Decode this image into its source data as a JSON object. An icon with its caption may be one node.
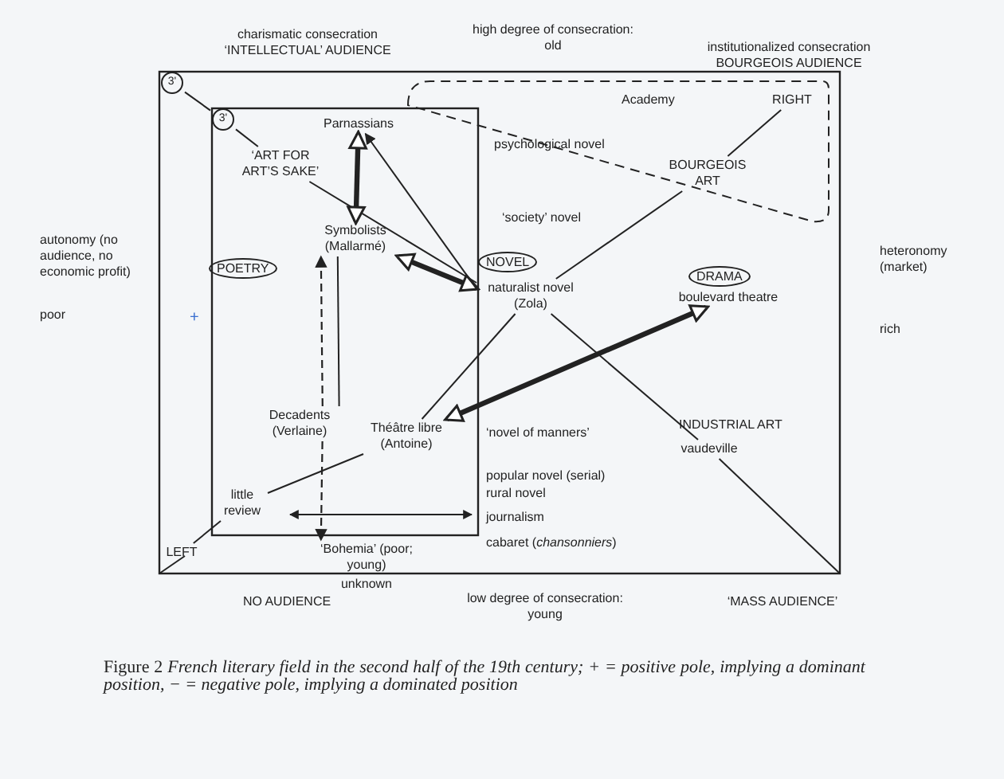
{
  "diagram": {
    "caption": "Figure 2  *French literary field in the second half of the 19th century; + = positive pole, implying a dominant position, − = negative pole, implying a dominated position*",
    "nodes": [
      {
        "text": [
          "3'"
        ]
      },
      {
        "text": [
          "3'"
        ]
      },
      {
        "text": [
          "POETRY"
        ]
      },
      {
        "text": [
          "NOVEL"
        ]
      },
      {
        "text": [
          "DRAMA"
        ]
      },
      {
        "text": [
          "Parnassians"
        ]
      },
      {
        "text": [
          "Symbolists (Mallarmé)"
        ]
      },
      {
        "text": [
          "naturalist novel (Zola)"
        ]
      },
      {
        "text": [
          "Théâtre libre (Antoine)"
        ]
      },
      {
        "text": [
          "boulevard theatre"
        ]
      },
      {
        "text": [
          "Decadents (Verlaine)"
        ]
      },
      {
        "text": [
          "‘Bohemia’ (poor; young)"
        ]
      },
      {
        "text": [
          "‘ART FOR ART’S SAKE’"
        ]
      },
      {
        "text": [
          "vaudeville"
        ]
      },
      {
        "text": [
          "LEFT"
        ]
      },
      {
        "text": [
          "little review"
        ]
      },
      {
        "text": [
          "BOURGEOIS ART"
        ]
      },
      {
        "text": [
          "RIGHT"
        ]
      }
    ],
    "edges": [
      {
        "from": 0,
        "to": 1,
        "arrow": "none"
      },
      {
        "from": 1,
        "to": 12,
        "arrow": "none"
      },
      {
        "from": 12,
        "to": 7,
        "arrow": "none"
      },
      {
        "from": 7,
        "to": 13,
        "arrow": "none"
      },
      {
        "from": 13,
        "to": null,
        "arrow": "none"
      },
      {
        "from": 14,
        "to": 15,
        "arrow": "none"
      },
      {
        "from": 15,
        "to": 8,
        "arrow": "none"
      },
      {
        "from": 8,
        "to": 7,
        "arrow": "none"
      },
      {
        "from": 7,
        "to": 16,
        "arrow": "none"
      },
      {
        "from": 16,
        "to": 17,
        "arrow": "none"
      },
      {
        "from": 5,
        "to": 6,
        "arrow": "both",
        "style": "thick"
      },
      {
        "from": 6,
        "to": 7,
        "arrow": "both",
        "style": "thick"
      },
      {
        "from": 7,
        "to": 5,
        "arrow": "to"
      },
      {
        "from": 8,
        "to": 9,
        "arrow": "both",
        "style": "thick"
      },
      {
        "from": 10,
        "to": 6,
        "arrow": "to",
        "style": "dashed"
      },
      {
        "from": 10,
        "to": 11,
        "arrow": "to",
        "style": "dashed"
      },
      {
        "from": 6,
        "to": 10,
        "arrow": "none"
      }
    ],
    "labels": [
      "charismatic consecration",
      "‘INTELLECTUAL’ AUDIENCE",
      "high degree of consecration: old",
      "institutionalized consecration",
      "BOURGEOIS AUDIENCE",
      "Academy",
      "psychological novel",
      "autonomy (no audience, no economic profit)",
      "poor",
      "+",
      "‘society’ novel",
      "heteronomy (market)",
      "rich",
      "INDUSTRIAL ART",
      "‘novel of manners’",
      "popular novel (serial)",
      "rural novel",
      "journalism",
      "cabaret (*chansonniers*)",
      "unknown",
      "NO AUDIENCE",
      "low degree of consecration: young",
      "‘MASS AUDIENCE’"
    ]
  }
}
